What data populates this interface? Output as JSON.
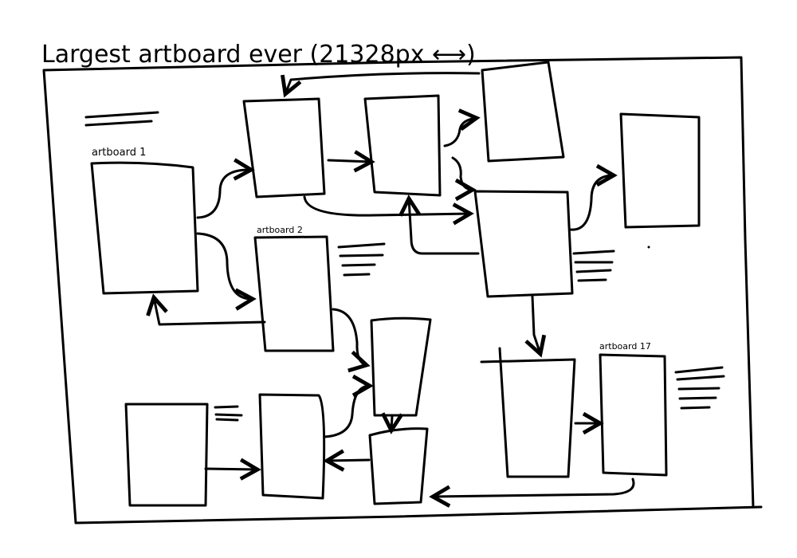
{
  "title": "Largest artboard ever (21328px ⟷)",
  "labels": {
    "artboard_1": "artboard 1",
    "artboard_2": "artboard 2",
    "artboard_17": "artboard 17"
  },
  "colors": {
    "ink": "#000000",
    "background": "#ffffff"
  }
}
